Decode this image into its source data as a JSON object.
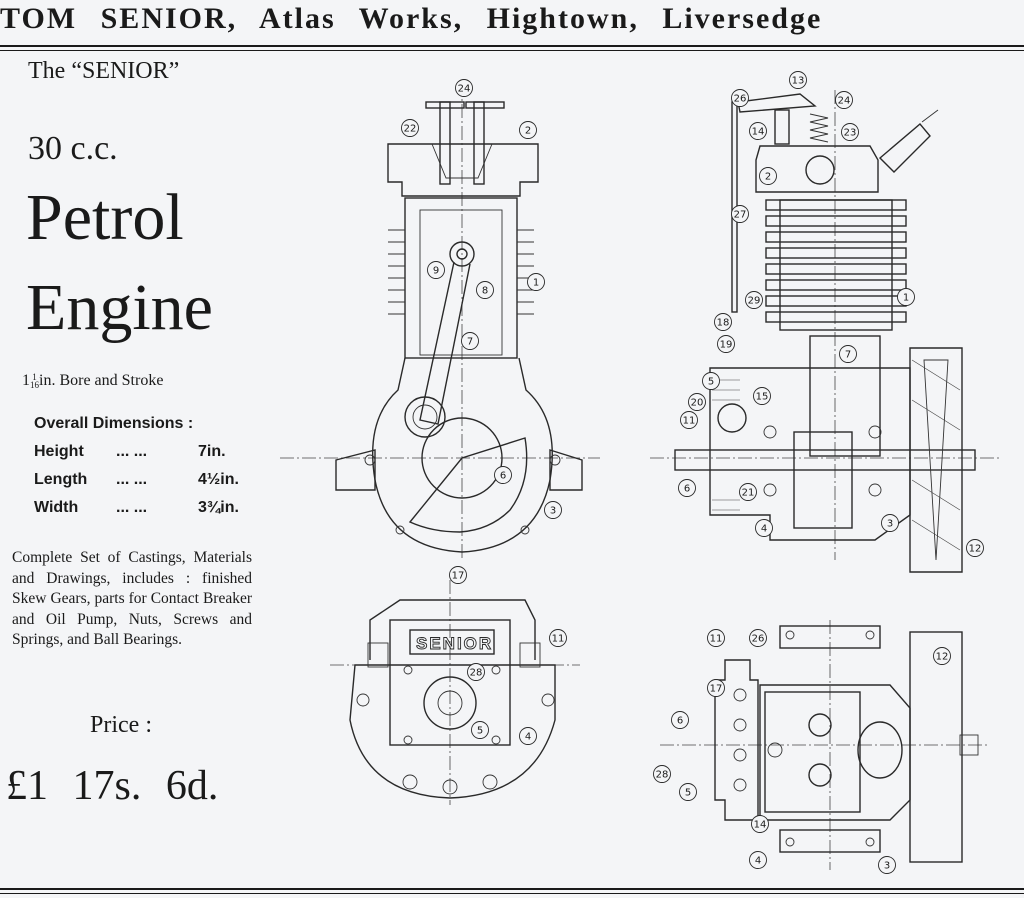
{
  "header": {
    "text": "TOM SENIOR, Atlas Works, Hightown, Liversedge"
  },
  "advert": {
    "the_senior": "The “SENIOR”",
    "capacity": "30 c.c.",
    "title_line1": "Petrol",
    "title_line2": "Engine",
    "bore_whole": "1",
    "bore_num": "1",
    "bore_den": "16",
    "bore_rest": "in. Bore and Stroke",
    "dimensions_title": "Overall Dimensions :",
    "dimensions": [
      {
        "label": "Height",
        "dots": "...  ...",
        "value": "7in."
      },
      {
        "label": "Length",
        "dots": "...  ...",
        "value": "4½in."
      },
      {
        "label": "Width",
        "dots": "...  ...",
        "value": "3¾in."
      }
    ],
    "contents": "Complete Set of Castings, Materials and Drawings, includes : finished Skew Gears, parts for Contact Breaker and Oil Pump, Nuts, Screws and Springs, and Ball Bearings.",
    "price_label": "Price :",
    "price_value": "£1 17s. 6d."
  },
  "drawings": {
    "crankcase_lettering": "SENIOR",
    "callouts": {
      "front": [
        "24",
        "22",
        "2",
        "9",
        "8",
        "1",
        "7",
        "6",
        "3"
      ],
      "side": [
        "13",
        "26",
        "24",
        "14",
        "23",
        "2",
        "27",
        "1",
        "29",
        "18",
        "19",
        "7",
        "5",
        "20",
        "11",
        "15",
        "6",
        "21",
        "4",
        "3",
        "12"
      ],
      "bottom_left": [
        "17",
        "11",
        "28",
        "5",
        "4"
      ],
      "bottom_right": [
        "11",
        "26",
        "12",
        "17",
        "6",
        "28",
        "5",
        "14",
        "4",
        "3"
      ]
    }
  }
}
